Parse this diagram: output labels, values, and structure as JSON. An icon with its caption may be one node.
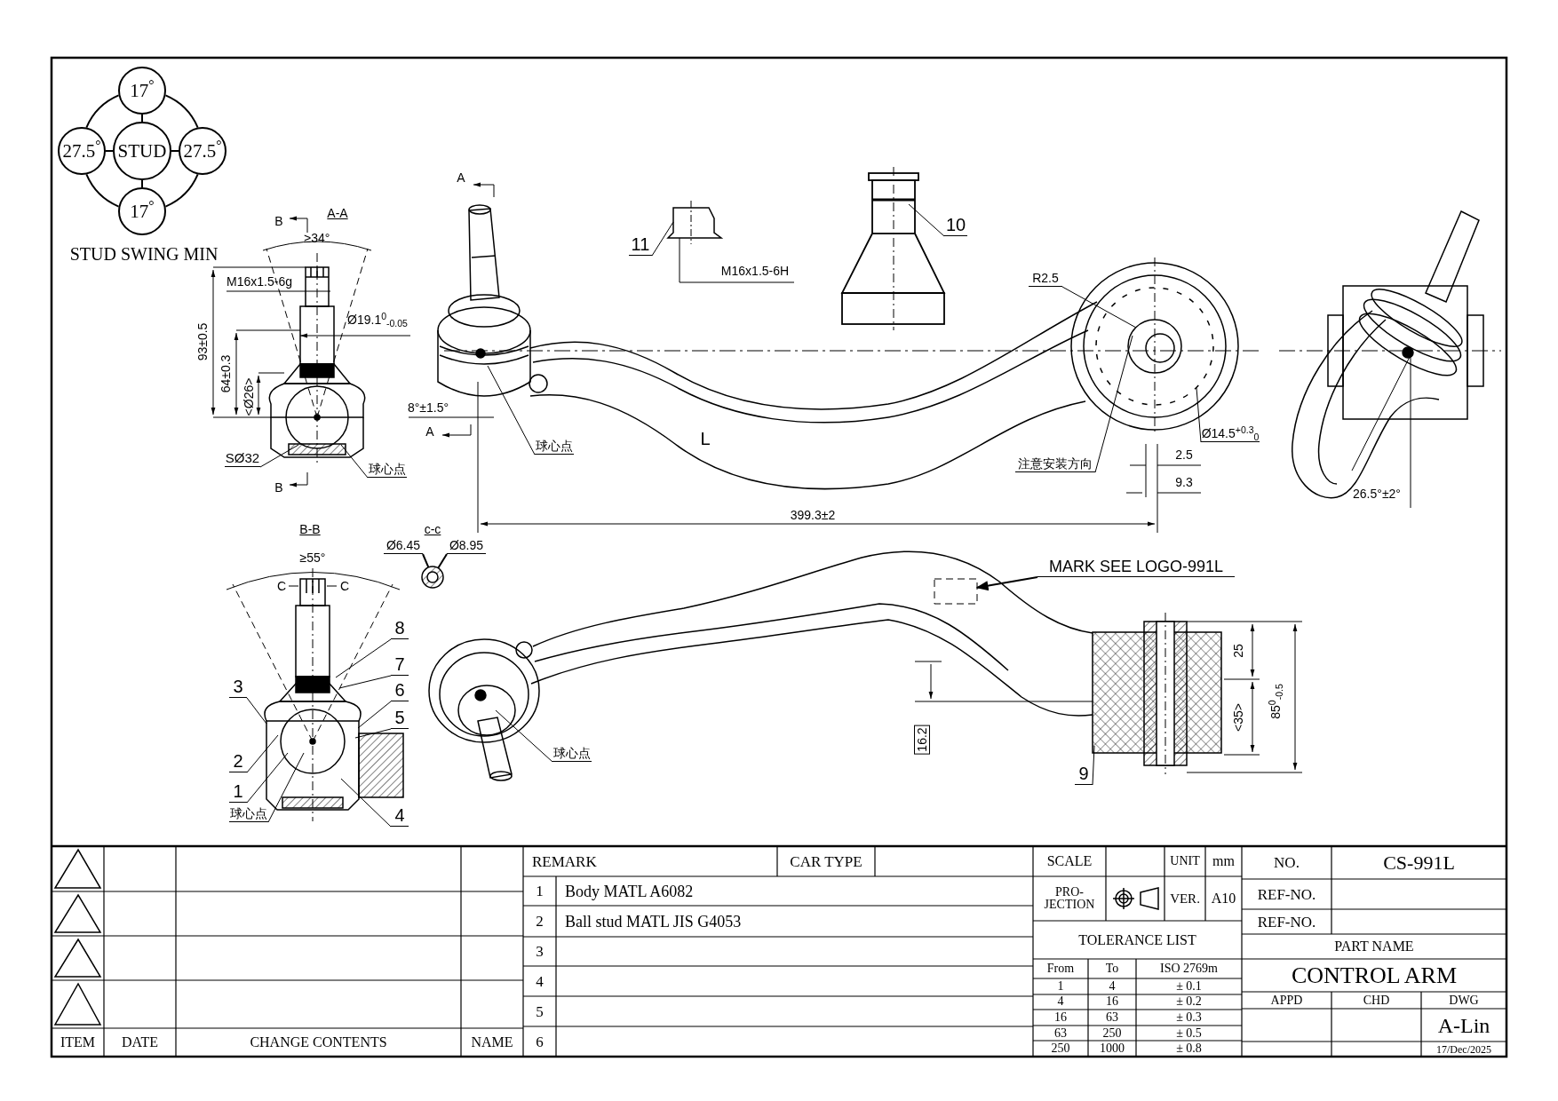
{
  "diagram": {
    "nodes": [
      {
        "text": [
          "17$^{°}$"
        ]
      },
      {
        "text": [
          "27.5$^{°}$"
        ]
      },
      {
        "text": [
          "STUD"
        ]
      },
      {
        "text": [
          "27.5$^{°}$"
        ]
      },
      {
        "text": [
          "17$^{°}$"
        ]
      },
      {
        "text": [
          "SØ32"
        ]
      },
      {
        "text": [
          "球心点"
        ]
      },
      {
        "text": [
          "球心点"
        ]
      },
      {
        "text": [
          "11"
        ]
      },
      {
        "text": [
          "10"
        ]
      },
      {
        "text": [
          "R2.5"
        ]
      },
      {
        "text": [
          "注意安装方向"
        ]
      },
      {
        "text": [
          "Ø14.5$^{+0.3}$$_{0}$"
        ]
      },
      {
        "text": [
          "Ø6.45"
        ]
      },
      {
        "text": [
          "Ø8.95"
        ]
      },
      {
        "text": [
          "MARK SEE LOGO-991L"
        ]
      },
      {
        "text": [
          "8"
        ]
      },
      {
        "text": [
          "7"
        ]
      },
      {
        "text": [
          "3"
        ]
      },
      {
        "text": [
          "6"
        ]
      },
      {
        "text": [
          "5"
        ]
      },
      {
        "text": [
          "2"
        ]
      },
      {
        "text": [
          "1"
        ]
      },
      {
        "text": [
          "球心点"
        ]
      },
      {
        "text": [
          "4"
        ]
      },
      {
        "text": [
          "球心点"
        ]
      },
      {
        "text": [
          "9"
        ]
      },
      {
        "text": [],
        "shape": "circle"
      },
      {
        "text": [],
        "shape": "box"
      }
    ],
    "edges": [
      {
        "from": 2,
        "to": 0,
        "arrow": "none"
      },
      {
        "from": 2,
        "to": 1,
        "arrow": "none"
      },
      {
        "from": 2,
        "to": 3,
        "arrow": "none"
      },
      {
        "from": 2,
        "to": 4,
        "arrow": "none"
      },
      {
        "from": 0,
        "to": 3,
        "arrow": "none"
      },
      {
        "from": 3,
        "to": 4,
        "arrow": "none"
      },
      {
        "from": 4,
        "to": 1,
        "arrow": "none"
      },
      {
        "from": 1,
        "to": 0,
        "arrow": "none"
      },
      {
        "from": 5,
        "to": null,
        "arrow": "none"
      },
      {
        "from": 6,
        "to": null,
        "arrow": "none"
      },
      {
        "from": 7,
        "to": null,
        "arrow": "none"
      },
      {
        "from": 8,
        "to": null,
        "arrow": "none"
      },
      {
        "from": 9,
        "to": null,
        "arrow": "none"
      },
      {
        "from": 10,
        "to": null,
        "arrow": "none"
      },
      {
        "from": 11,
        "to": null,
        "arrow": "none"
      },
      {
        "from": 12,
        "to": null,
        "arrow": "none"
      },
      {
        "from": 13,
        "to": 27,
        "arrow": "none"
      },
      {
        "from": 14,
        "to": 27,
        "arrow": "none"
      },
      {
        "from": 15,
        "to": 28,
        "arrow": "to"
      },
      {
        "from": 16,
        "to": null,
        "arrow": "none"
      },
      {
        "from": 17,
        "to": null,
        "arrow": "none"
      },
      {
        "from": 18,
        "to": null,
        "arrow": "none"
      },
      {
        "from": 19,
        "to": null,
        "arrow": "none"
      },
      {
        "from": 20,
        "to": null,
        "arrow": "none"
      },
      {
        "from": 21,
        "to": null,
        "arrow": "none"
      },
      {
        "from": 22,
        "to": null,
        "arrow": "none"
      },
      {
        "from": 23,
        "to": null,
        "arrow": "none"
      },
      {
        "from": 24,
        "to": null,
        "arrow": "none"
      },
      {
        "from": 25,
        "to": null,
        "arrow": "none"
      },
      {
        "from": 26,
        "to": null,
        "arrow": "none"
      }
    ],
    "labels": [
      "STUD SWING MIN",
      "A-A",
      "B",
      "≥34°",
      "M16x1.5-6g",
      "93±0.5",
      "64±0.3",
      "<Ø26>",
      "Ø19.1$^{0}$$_{-0.05}$",
      "B",
      "A",
      "8°±1.5°",
      "A",
      "L",
      "M16x1.5-6H",
      "399.3±2",
      "2.5",
      "9.3",
      "26.5°±2°",
      "B-B",
      "≥55°",
      "C",
      "C",
      "c-c",
      "16.2",
      "25",
      "<35>",
      "85$^{0}$$_{-0.5}$",
      "REMARK",
      "CAR TYPE",
      "1",
      "Body MATL A6082",
      "2",
      "Ball stud MATL JIS G4053",
      "3",
      "4",
      "5",
      "ITEM",
      "DATE",
      "CHANGE CONTENTS",
      "NAME",
      "6",
      "SCALE",
      "UNIT",
      "mm",
      "PRO- JECTION",
      "VER.",
      "A10",
      "TOLERANCE LIST",
      "From",
      "To",
      "ISO 2769m",
      "1",
      "4",
      "± 0.1",
      "4",
      "16",
      "± 0.2",
      "16",
      "63",
      "± 0.3",
      "63",
      "250",
      "± 0.5",
      "250",
      "1000",
      "± 0.8",
      "NO.",
      "CS-991L",
      "REF-NO.",
      "REF-NO.",
      "PART NAME",
      "CONTROL ARM",
      "APPD",
      "CHD",
      "DWG",
      "A-Lin",
      "17/Dec/2025"
    ]
  }
}
